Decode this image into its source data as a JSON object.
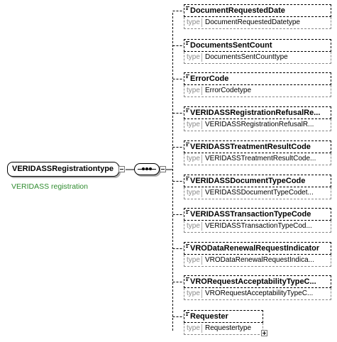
{
  "root": {
    "name": "VERIDASSRegistrationtype",
    "documentation": "VERIDASS registration"
  },
  "type_key": "type",
  "elements": [
    {
      "name": "DocumentRequestedDate",
      "type": "DocumentRequestedDatetype"
    },
    {
      "name": "DocumentsSentCount",
      "type": "DocumentsSentCounttype"
    },
    {
      "name": "ErrorCode",
      "type": "ErrorCodetype"
    },
    {
      "name": "VERIDASSRegistrationRefusalRe...",
      "type": "VERIDASSRegistrationRefusalR..."
    },
    {
      "name": "VERIDASSTreatmentResultCode",
      "type": "VERIDASSTreatmentResultCode..."
    },
    {
      "name": "VERIDASSDocumentTypeCode",
      "type": "VERIDASSDocumentTypeCodet..."
    },
    {
      "name": "VERIDASSTransactionTypeCode",
      "type": "VERIDASSTransactionTypeCod..."
    },
    {
      "name": "VRODataRenewalRequestIndicator",
      "type": "VRODataRenewalRequestIndica..."
    },
    {
      "name": "VRORequestAcceptabilityTypeC...",
      "type": "VRORequestAcceptabilityTypeC..."
    },
    {
      "name": "Requester",
      "type": "Requestertype"
    }
  ]
}
